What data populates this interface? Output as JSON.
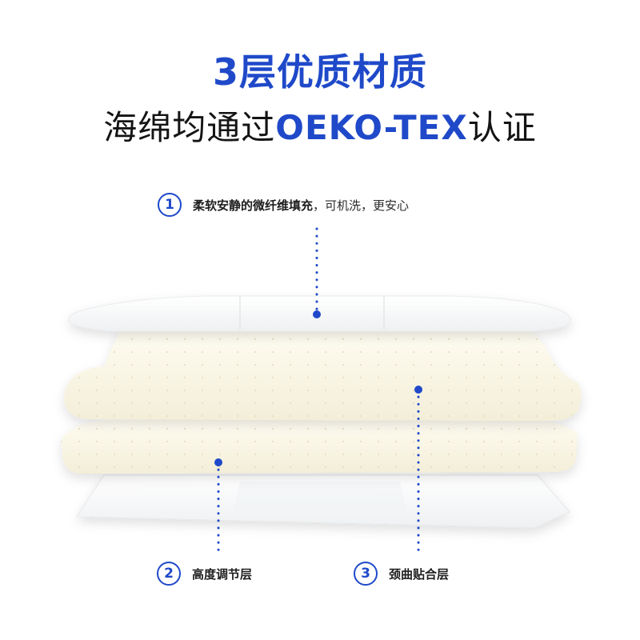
{
  "header": {
    "title": "3层优质材质",
    "subtitle_prefix": "海绵均通过",
    "subtitle_highlight": "OEKO-TEX",
    "subtitle_suffix": "认证"
  },
  "callouts": [
    {
      "number": "1",
      "text_bold": "柔软安静的微纤维填充",
      "text_rest": "，可机洗，更安心"
    },
    {
      "number": "2",
      "text_bold": "高度调节层",
      "text_rest": ""
    },
    {
      "number": "3",
      "text_bold": "颈曲贴合层",
      "text_rest": ""
    }
  ],
  "colors": {
    "accent": "#1f49c9",
    "foam": "#fbf7e8",
    "cover": "#ffffff"
  }
}
